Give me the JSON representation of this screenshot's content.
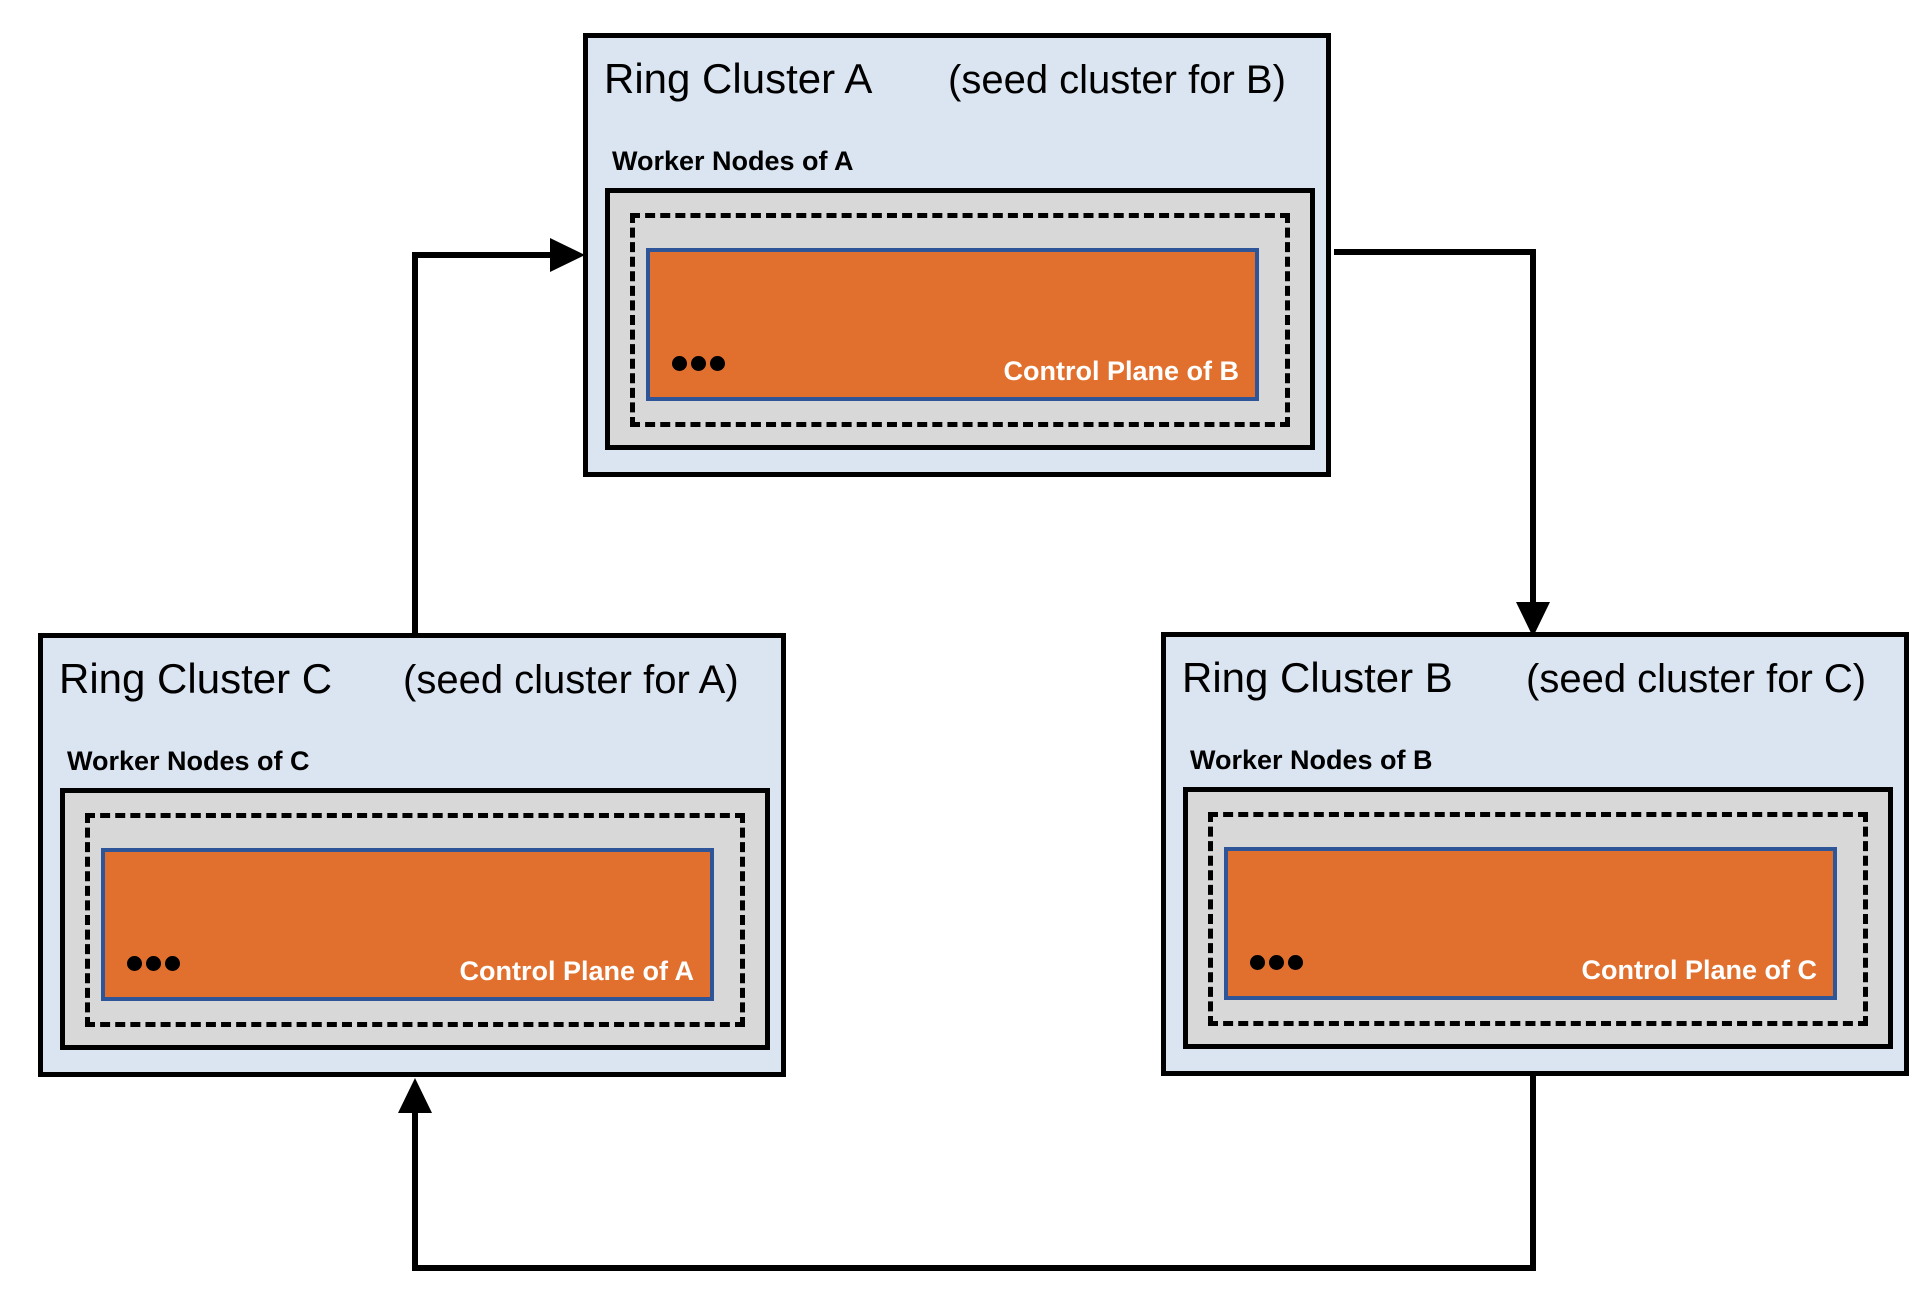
{
  "clusters": [
    {
      "id": "A",
      "title": "Ring Cluster A",
      "seed_note": "(seed cluster for B)",
      "worker_label": "Worker Nodes of A",
      "control_plane_label": "Control Plane of B",
      "ellipsis_icon": "•••"
    },
    {
      "id": "B",
      "title": "Ring Cluster B",
      "seed_note": "(seed cluster for C)",
      "worker_label": "Worker Nodes of B",
      "control_plane_label": "Control Plane of C",
      "ellipsis_icon": "•••"
    },
    {
      "id": "C",
      "title": "Ring Cluster C",
      "seed_note": "(seed cluster for A)",
      "worker_label": "Worker Nodes of C",
      "control_plane_label": "Control Plane of A",
      "ellipsis_icon": "•••"
    }
  ],
  "edges": [
    {
      "from": "Ring Cluster C",
      "to": "Ring Cluster A"
    },
    {
      "from": "Ring Cluster A",
      "to": "Ring Cluster B"
    },
    {
      "from": "Ring Cluster B",
      "to": "Ring Cluster C"
    }
  ],
  "colors": {
    "cluster_bg": "#DBE5F1",
    "worker_box_bg": "#D8D8D8",
    "control_plane_bg": "#E1702E",
    "control_plane_border": "#2E5597",
    "line": "#000000",
    "text": "#000000",
    "control_plane_text": "#FFFFFF"
  }
}
